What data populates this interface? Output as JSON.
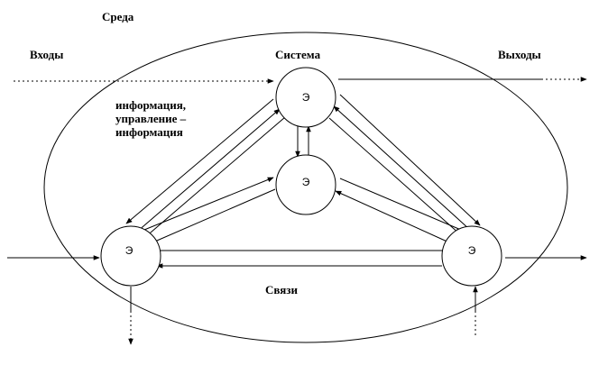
{
  "labels": {
    "environment": "Среда",
    "inputs": "Входы",
    "system": "Система",
    "outputs": "Выходы",
    "info_line1": "информация,",
    "info_line2": "управление –",
    "info_line3": "информация",
    "links": "Связи"
  },
  "nodes": {
    "top": "Э",
    "center": "Э",
    "left": "Э",
    "right": "Э"
  },
  "colors": {
    "stroke": "#000000",
    "background": "#ffffff"
  }
}
